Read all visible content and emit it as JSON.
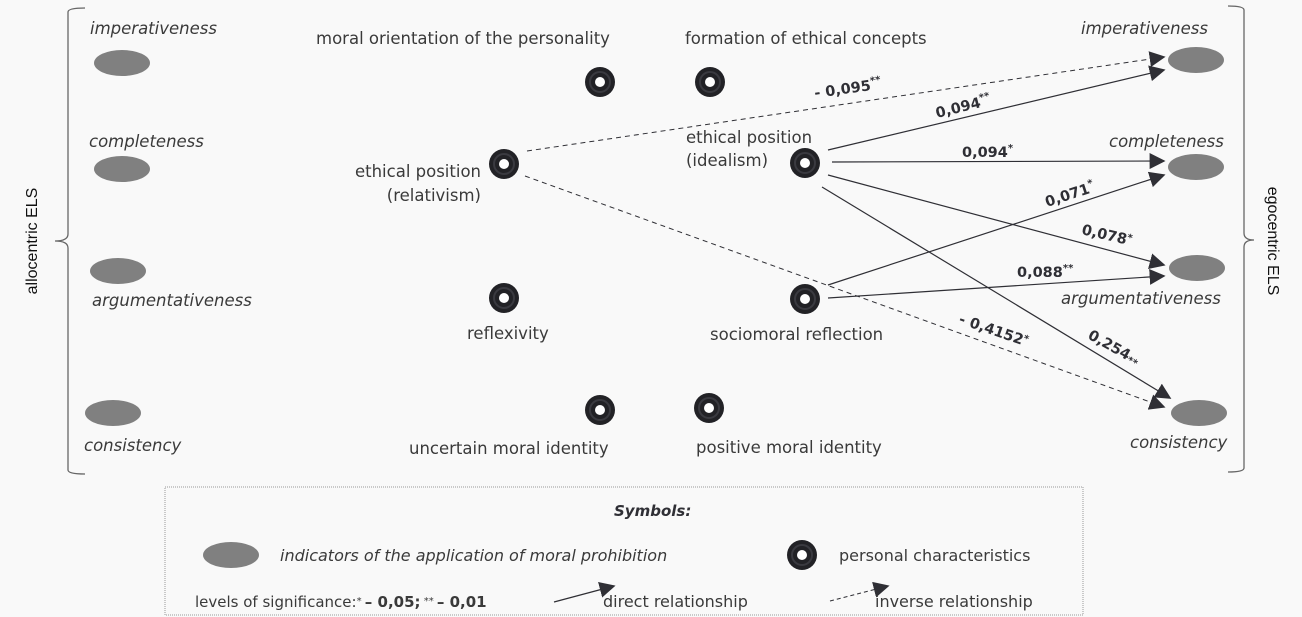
{
  "diagram": {
    "left_group_label": "allocentric  ELS",
    "right_group_label": "egocentric  ELS",
    "indicator_color": "#808080",
    "node_color": "#222226",
    "left_indicators": [
      {
        "id": "L-imp",
        "label": "imperativeness"
      },
      {
        "id": "L-com",
        "label": "completeness"
      },
      {
        "id": "L-arg",
        "label": "argumentativeness"
      },
      {
        "id": "L-con",
        "label": "consistency"
      }
    ],
    "right_indicators": [
      {
        "id": "R-imp",
        "label": "imperativeness"
      },
      {
        "id": "R-com",
        "label": "completeness"
      },
      {
        "id": "R-arg",
        "label": "argumentativeness"
      },
      {
        "id": "R-con",
        "label": "consistency"
      }
    ],
    "personal_characteristics": [
      {
        "id": "moral-orientation",
        "label": "moral orientation of the personality"
      },
      {
        "id": "formation-ethical",
        "label": "formation of ethical concepts"
      },
      {
        "id": "relativism",
        "label_line1": "ethical position",
        "label_line2": "(relativism)"
      },
      {
        "id": "idealism",
        "label_line1": "ethical position",
        "label_line2": "(idealism)"
      },
      {
        "id": "reflexivity",
        "label": "reflexivity"
      },
      {
        "id": "sociomoral",
        "label": "sociomoral reflection"
      },
      {
        "id": "uncertain-identity",
        "label": "uncertain moral identity"
      },
      {
        "id": "positive-identity",
        "label": "positive moral identity"
      }
    ],
    "relationships": [
      {
        "from": "relativism",
        "to": "R-imp",
        "type": "inverse",
        "value": "- 0,095",
        "significance": "**"
      },
      {
        "from": "idealism",
        "to": "R-imp",
        "type": "direct",
        "value": "0,094",
        "significance": "**"
      },
      {
        "from": "idealism",
        "to": "R-com",
        "type": "direct",
        "value": "0,094",
        "significance": "*"
      },
      {
        "from": "sociomoral",
        "to": "R-com",
        "type": "direct",
        "value": "0,071",
        "significance": "*"
      },
      {
        "from": "idealism",
        "to": "R-arg",
        "type": "direct",
        "value": "0,078",
        "significance": "*"
      },
      {
        "from": "sociomoral",
        "to": "R-arg",
        "type": "direct",
        "value": "0,088",
        "significance": "**"
      },
      {
        "from": "relativism",
        "to": "R-con",
        "type": "inverse",
        "value": "- 0,4152",
        "significance": "*"
      },
      {
        "from": "idealism",
        "to": "R-con",
        "type": "direct",
        "value": "0,254",
        "significance": "**"
      }
    ]
  },
  "legend": {
    "title": "Symbols:",
    "indicator_label": "indicators of the application of moral prohibition",
    "node_label": "personal characteristics",
    "significance_prefix": "levels of significance:",
    "significance_s1": "* ",
    "significance_v1": "– 0,05;",
    "significance_s2": " ** ",
    "significance_v2": "– 0,01",
    "direct_label": "direct relationship",
    "inverse_label": "inverse relationship"
  }
}
